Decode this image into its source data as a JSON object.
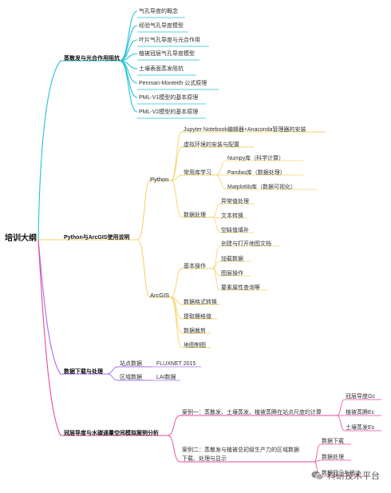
{
  "root": "培训大纲",
  "cat1": {
    "label": "蒸散发与光合作用阻抗",
    "items": [
      "气孔导度的概念",
      "经验气孔导度模型",
      "叶片气孔导度与光合作用",
      "植被冠层气孔导度模型",
      "土壤表面蒸发阻抗",
      "Penman-Monteith 公式原理",
      "PML-V1模型的基本原理",
      "PML-V2模型的基本原理"
    ]
  },
  "cat2": {
    "label": "Python与ArcGIS使用说明",
    "python": {
      "label": "Python",
      "items": [
        "Jupyter Notebook编辑器+Anaconda管理器的安装",
        "虚拟环境的安装与配置"
      ],
      "common_libs": {
        "label": "常用库学习",
        "items": [
          "Numpy库（科学计算）",
          "Pandas库（数据处理）",
          "Matplotlib库（数据可视化）"
        ]
      },
      "data_processing": {
        "label": "数据处理",
        "items": [
          "异常值处理",
          "文本转换",
          "空缺值填补"
        ]
      }
    },
    "arcgis": {
      "label": "ArcGIS",
      "basic_ops": {
        "label": "基本操作",
        "items": [
          "创建与打开地图文档",
          "加载数据",
          "图层操作",
          "要素属性查询等"
        ]
      },
      "items": [
        "数据格式转换",
        "提取栅格值",
        "数据裁剪",
        "地图制图"
      ]
    }
  },
  "cat3": {
    "label": "数据下载与处理",
    "site": {
      "label": "站点数据",
      "item": "FLUXNET 2015"
    },
    "region": {
      "label": "区域数据",
      "item": "LAI数据"
    }
  },
  "cat4": {
    "label": "冠层导度与水碳通量空间模拟案例分析",
    "case1": {
      "label": "案例一：蒸散发、土壤蒸发、植被蒸腾在站点尺度的计算",
      "items": [
        "冠层导度Gc",
        "植被蒸腾Ec",
        "土壤蒸发Es"
      ]
    },
    "case2": {
      "label_line1": "案例二：蒸散发与植被总初级生产力的区域数据",
      "label_line2": "下载、处理与显示",
      "items": [
        "数据下载",
        "数据处理",
        "数据显示与统计"
      ]
    }
  },
  "watermark": "科研技术平台",
  "colors": {
    "teal": "#22c3d6",
    "yellow": "#f5d36a",
    "purple": "#a56cf0",
    "pink": "#e64aa0"
  }
}
